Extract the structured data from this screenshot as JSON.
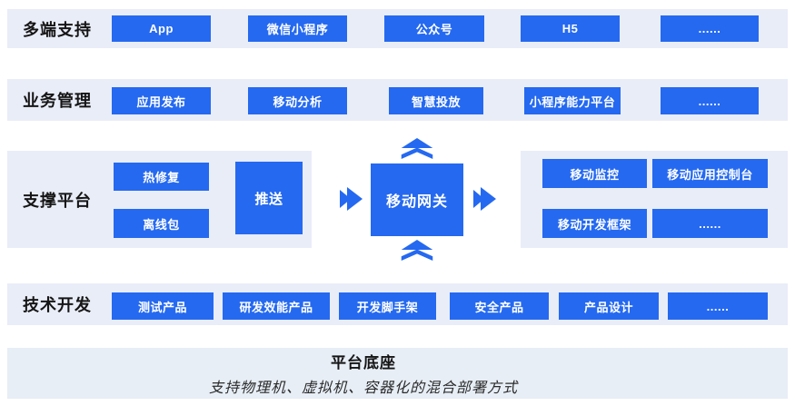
{
  "colors": {
    "accent": "#2569F0",
    "panel": "#E9EDF8",
    "panel-base": "#E7EEF6",
    "chip-text": "#FFFFFF",
    "label-text": "#151515"
  },
  "rows": {
    "multi_terminal": {
      "label": "多端支持",
      "chips": [
        "App",
        "微信小程序",
        "公众号",
        "H5",
        "......"
      ]
    },
    "business": {
      "label": "业务管理",
      "chips": [
        "应用发布",
        "移动分析",
        "智慧投放",
        "小程序能力平台",
        "......"
      ]
    },
    "support": {
      "label": "支撑平台",
      "left_chips": [
        "热修复",
        "离线包"
      ],
      "push_chip": "推送",
      "gateway": "移动网关",
      "right_chips": [
        "移动监控",
        "移动应用控制台",
        "移动开发框架",
        "......"
      ]
    },
    "tech": {
      "label": "技术开发",
      "chips": [
        "测试产品",
        "研发效能产品",
        "开发脚手架",
        "安全产品",
        "产品设计",
        "......"
      ]
    },
    "base": {
      "title": "平台底座",
      "subtitle": "支持物理机、虚拟机、容器化的混合部署方式"
    }
  },
  "icons": {
    "double_chevron_right": "double-chevron-right-icon",
    "double_chevron_up": "double-chevron-up-icon"
  }
}
